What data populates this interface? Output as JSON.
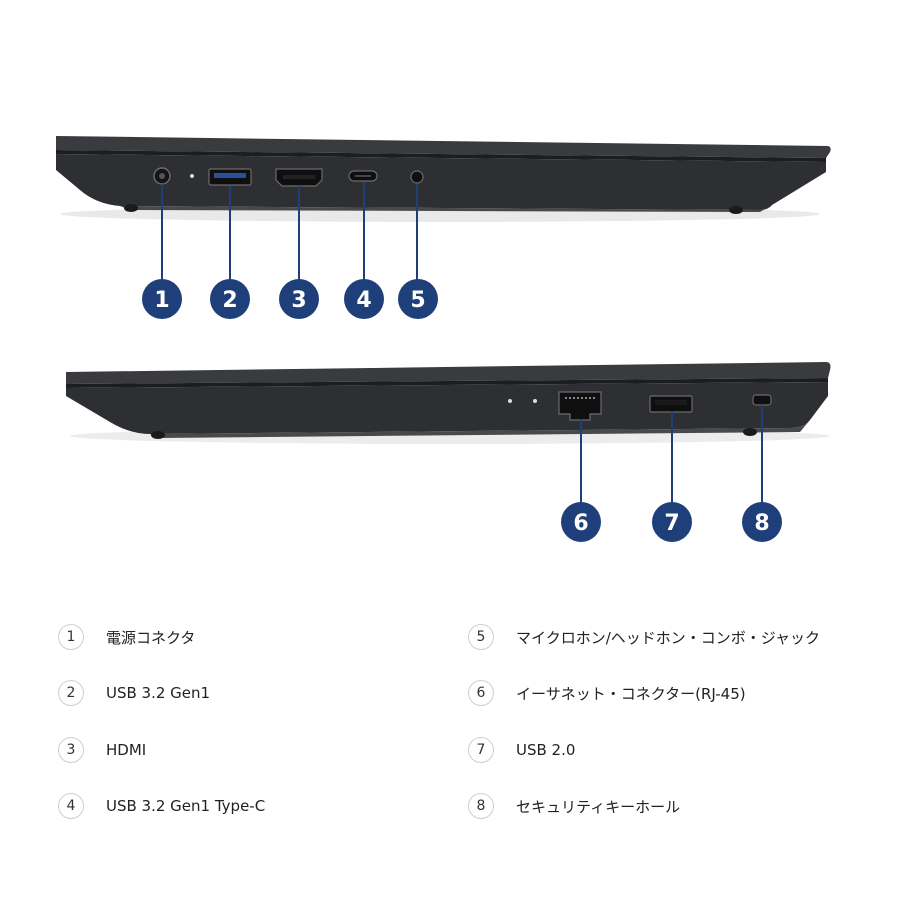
{
  "badges": [
    "1",
    "2",
    "3",
    "4",
    "5",
    "6",
    "7",
    "8"
  ],
  "legend": [
    {
      "num": "1",
      "label": "電源コネクタ"
    },
    {
      "num": "2",
      "label": "USB 3.2 Gen1"
    },
    {
      "num": "3",
      "label": "HDMI"
    },
    {
      "num": "4",
      "label": "USB 3.2 Gen1 Type-C"
    },
    {
      "num": "5",
      "label": "マイクロホン/ヘッドホン・コンボ・ジャック"
    },
    {
      "num": "6",
      "label": "イーサネット・コネクター(RJ-45)"
    },
    {
      "num": "7",
      "label": "USB 2.0"
    },
    {
      "num": "8",
      "label": "セキュリティキーホール"
    }
  ],
  "colors": {
    "badge": "#1f3f7a",
    "laptop": "#2c2d30",
    "laptop_edge": "#46484c"
  },
  "icons": [
    "power-jack-icon",
    "usb-a-port-icon",
    "hdmi-port-icon",
    "usb-c-port-icon",
    "audio-jack-icon",
    "ethernet-port-icon",
    "usb-a-port-icon",
    "security-lock-slot-icon"
  ]
}
